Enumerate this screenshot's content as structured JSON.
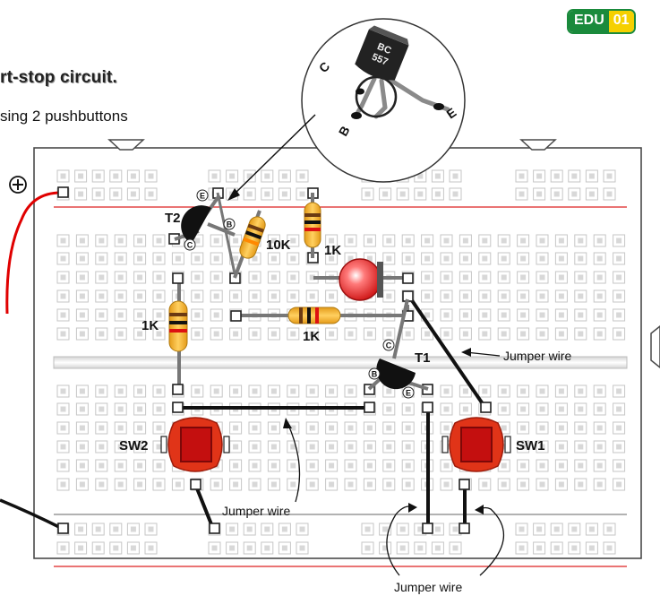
{
  "header": {
    "title": "rt-stop circuit.",
    "subtitle": "sing 2 pushbuttons",
    "badge_prefix": "EDU",
    "badge_number": "01"
  },
  "power": {
    "positive_symbol": "⊕"
  },
  "components": {
    "t2": {
      "label": "T2",
      "pin_e": "E",
      "pin_b": "B",
      "pin_c": "C"
    },
    "t1": {
      "label": "T1",
      "pin_e": "E",
      "pin_b": "B",
      "pin_c": "C"
    },
    "r_10k": {
      "label": "10K"
    },
    "r_1k_top": {
      "label": "1K"
    },
    "r_1k_left": {
      "label": "1K"
    },
    "r_1k_mid": {
      "label": "1K"
    },
    "sw1": {
      "label": "SW1"
    },
    "sw2": {
      "label": "SW2"
    }
  },
  "zoom": {
    "part_line1": "BC",
    "part_line2": "557",
    "pin_c": "C",
    "pin_b": "B",
    "pin_e": "E"
  },
  "annotations": {
    "jumper_right": "Jumper wire",
    "jumper_middle": "Jumper wire",
    "jumper_bottom": "Jumper wire"
  },
  "colors": {
    "board_hole": "#d8d8d8",
    "board_outline": "#4a4a4a",
    "rail_red": "#dd2020",
    "wire_red": "#e00000",
    "wire_black": "#111111",
    "led_red": "#e02a2a",
    "switch_red": "#e03418",
    "resistor_body": "#f0b030",
    "badge_green": "#1a8a3c",
    "badge_yellow": "#f5d000"
  }
}
